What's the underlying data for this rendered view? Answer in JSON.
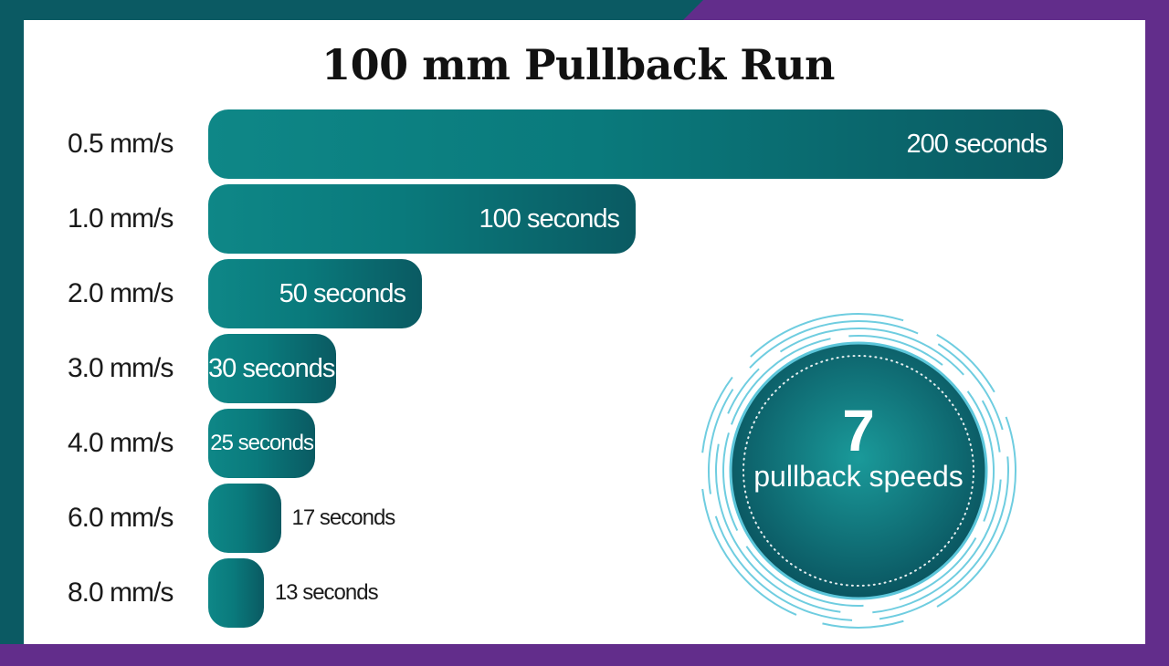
{
  "chart_data": {
    "type": "bar",
    "orientation": "horizontal",
    "title": "100 mm Pullback Run",
    "categories": [
      "0.5 mm/s",
      "1.0 mm/s",
      "2.0 mm/s",
      "3.0 mm/s",
      "4.0 mm/s",
      "6.0 mm/s",
      "8.0 mm/s"
    ],
    "values": [
      200,
      100,
      50,
      30,
      25,
      17,
      13
    ],
    "value_labels": [
      "200 seconds",
      "100 seconds",
      "50 seconds",
      "30 seconds",
      "25 seconds",
      "17 seconds",
      "13 seconds"
    ],
    "unit": "seconds",
    "xlim": [
      0,
      200
    ],
    "grid": false,
    "annotation": {
      "number": "7",
      "caption": "pullback speeds"
    }
  },
  "colors": {
    "bar_light": "#0e8787",
    "bar_dark": "#0a5a62",
    "frame_teal": "#0b5a63",
    "frame_purple": "#622d8b",
    "ring": "#6fcde0",
    "badge_center": "#1a9a9a",
    "badge_edge": "#0a5560"
  }
}
